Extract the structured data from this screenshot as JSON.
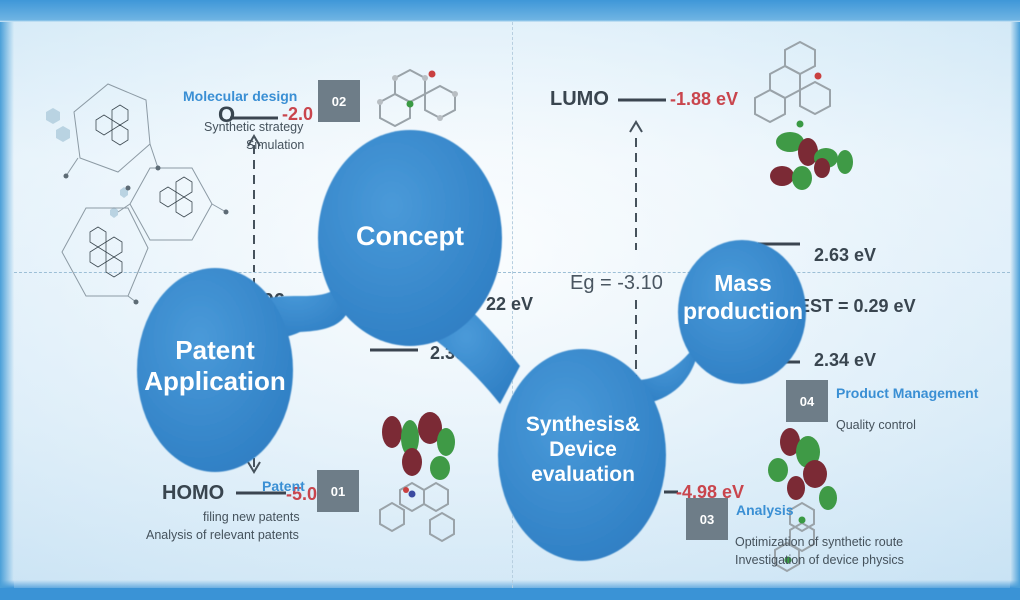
{
  "energy_labels": {
    "lumo_left": "O",
    "lumo_left_value": "-2.0",
    "s1_partial": "2.96",
    "s1_unit_partial": "eV",
    "t1_partial": "22 eV",
    "t1_value": "2.30 eV",
    "homo_left": "HOMO",
    "homo_left_value": "-5.0",
    "lumo_right": "LUMO",
    "lumo_right_value": "-1.88 eV",
    "eg": "Eg = -3.10",
    "s1_right": "2.63 eV",
    "est": "EST = 0.29 eV",
    "t1_right": "2.34 eV",
    "homo_right_value": "-4.98 eV"
  },
  "bubbles": {
    "concept": "Concept",
    "patent": [
      "Patent",
      "Application"
    ],
    "synthesis": [
      "Synthesis&",
      "Device",
      "evaluation"
    ],
    "mass": [
      "Mass",
      "production"
    ]
  },
  "stages": [
    {
      "num": "01",
      "title": "Patent",
      "lines": [
        "filing new patents",
        "Analysis of relevant patents"
      ]
    },
    {
      "num": "02",
      "title": "Molecular design",
      "lines": [
        "Synthetic strategy",
        "Simulation"
      ]
    },
    {
      "num": "03",
      "title": "Analysis",
      "lines": [
        "Optimization of synthetic route",
        "Investigation of device physics"
      ]
    },
    {
      "num": "04",
      "title": "Product Management",
      "lines": [
        "Quality control"
      ]
    }
  ],
  "colors": {
    "bubble": "#3d8ed3",
    "accent_red": "#c9454d",
    "text_gray": "#39454f",
    "title_blue": "#3a8fd4",
    "box_gray": "#6e7d88"
  }
}
